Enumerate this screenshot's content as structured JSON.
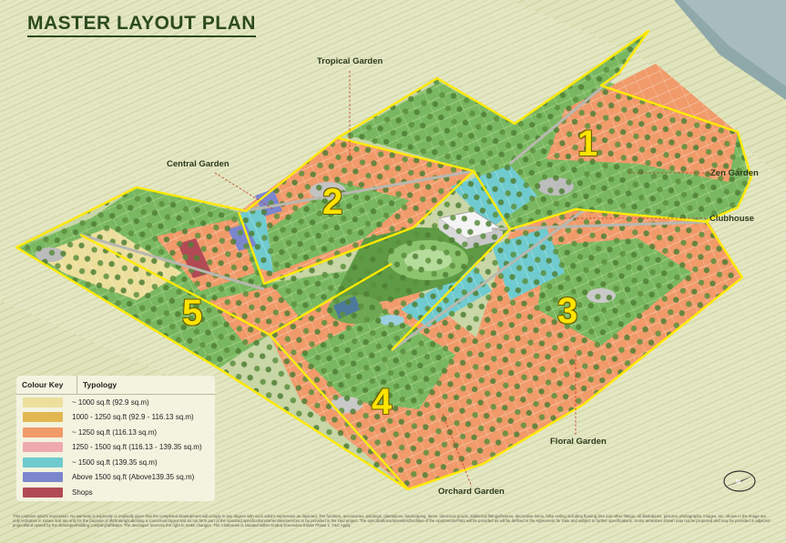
{
  "title": "MASTER LAYOUT PLAN",
  "zones": [
    "1",
    "2",
    "3",
    "4",
    "5"
  ],
  "gardens": {
    "tropical": "Tropical Garden",
    "central": "Central Garden",
    "zen": "Zen Garden",
    "clubhouse": "Clubhouse",
    "floral": "Floral Garden",
    "orchard": "Orchard Garden"
  },
  "legend": {
    "colour_key_header": "Colour Key",
    "typology_header": "Typology",
    "items": [
      {
        "color": "#ecdf9c",
        "label": "~ 1000 sq.ft (92.9 sq.m)"
      },
      {
        "color": "#e2b752",
        "label": "1000 - 1250 sq.ft (92.9 - 116.13 sq.m)"
      },
      {
        "color": "#f19a6a",
        "label": "~ 1250 sq.ft (116.13 sq.m)"
      },
      {
        "color": "#eeaab0",
        "label": "1250 - 1500 sq.ft (116.13 - 139.35 sq.m)"
      },
      {
        "color": "#6fcbcf",
        "label": "~ 1500 sq.ft (139.35 sq.m)"
      },
      {
        "color": "#7b86cd",
        "label": "Above 1500 sq.ft (Above139.35 sq.m)"
      },
      {
        "color": "#b24a55",
        "label": "Shops"
      }
    ]
  },
  "disclaimer": "This contains artist's impression. No warranty is expressly or impliedly given that the completed development will comply in any degree with such artist's impression as depicted. The furniture, accessories, paintings, plantations, landscaping, items, electronic goods, additional fittings/fixtures, decorative items, false ceiling including flooring tiles and other fittings, all illustrations, pictures, photographs, images, etc. shown in the image are only indicative in nature and are only for the purpose of illustrating/indicating a concerned layout and do not form part of the standard specifications/amenities/services to be provided in the said project. The specifications/amenities/facilities of the Apartments/Flats will be provided as will be defined in the Agreement for Sale and subject to further specifications. Some amenities shown may not be proposed and may be provided in adjacent project/land owned by the developer/holding company/affiliates. The developer reserves the right to make changes. The Clubhouse is situated within Godrej Greenview Estate Phase 1. T&C Apply."
}
